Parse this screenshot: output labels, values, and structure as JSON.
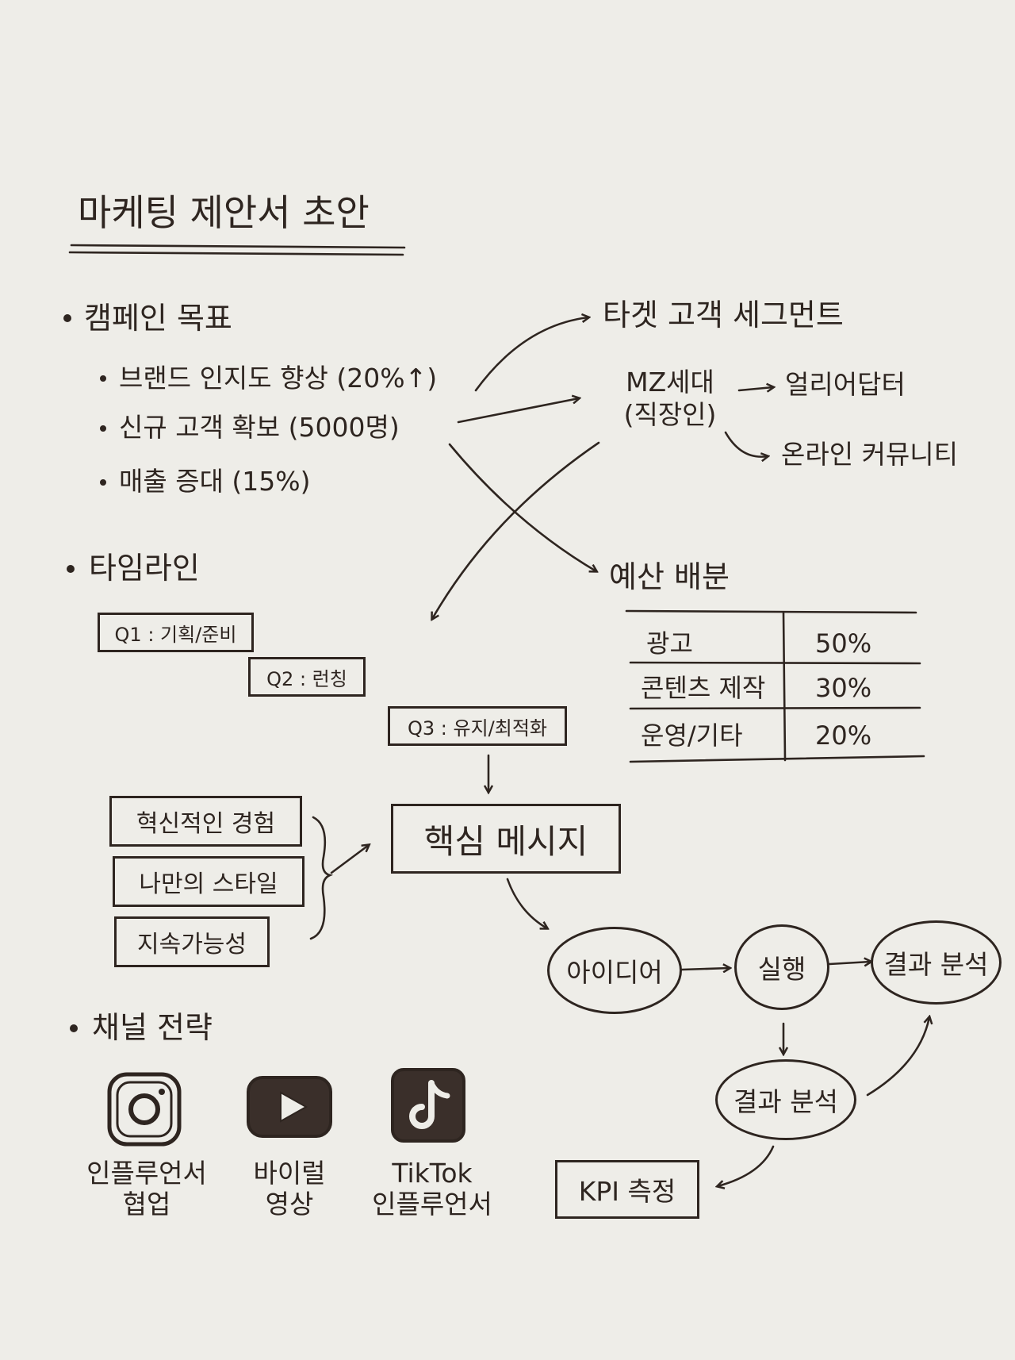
{
  "title": "마케팅 제안서 초안",
  "goals": {
    "heading": "캠페인 목표",
    "items": [
      "브랜드 인지도 향상 (20%↑)",
      "신규 고객 확보 (5000명)",
      "매출 증대 (15%)"
    ]
  },
  "target": {
    "heading": "타겟 고객 세그먼트",
    "segment_line1": "MZ세대",
    "segment_line2": "(직장인)",
    "branches": [
      "얼리어답터",
      "온라인 커뮤니티"
    ]
  },
  "timeline": {
    "heading": "타임라인",
    "phases": [
      "Q1 : 기획/준비",
      "Q2 : 런칭",
      "Q3 : 유지/최적화"
    ]
  },
  "budget": {
    "heading": "예산 배분",
    "rows": [
      {
        "label": "광고",
        "value": "50%"
      },
      {
        "label": "콘텐츠 제작",
        "value": "30%"
      },
      {
        "label": "운영/기타",
        "value": "20%"
      }
    ]
  },
  "message": {
    "core": "핵심 메시지",
    "points": [
      "혁신적인 경험",
      "나만의 스타일",
      "지속가능성"
    ]
  },
  "process": {
    "steps": [
      "아이디어",
      "실행",
      "결과 분석",
      "결과 분석",
      "KPI 측정"
    ]
  },
  "channels": {
    "heading": "채널 전략",
    "items": [
      {
        "icon": "instagram-icon",
        "line1": "인플루언서",
        "line2": "협업"
      },
      {
        "icon": "youtube-icon",
        "line1": "바이럴",
        "line2": "영상"
      },
      {
        "icon": "tiktok-icon",
        "line1": "TikTok",
        "line2": "인플루언서"
      }
    ]
  },
  "colors": {
    "ink": "#2e2520",
    "paper": "#eeede8"
  }
}
